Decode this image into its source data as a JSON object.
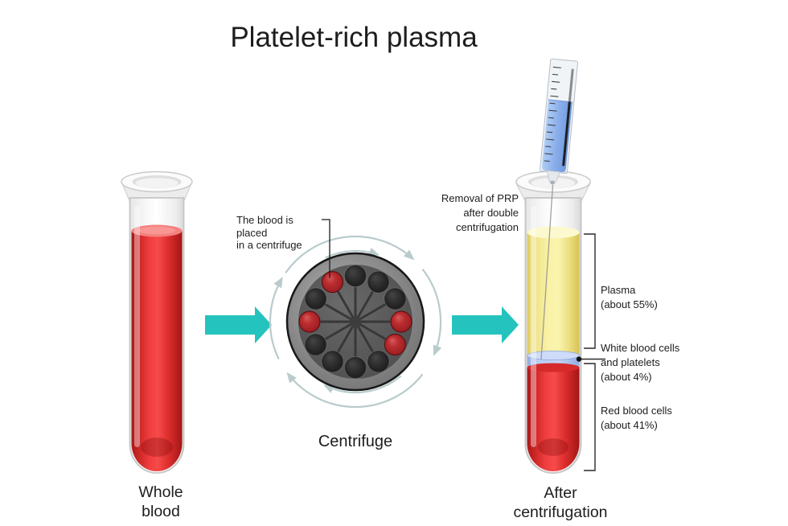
{
  "title": "Platelet-rich plasma",
  "colors": {
    "arrow_teal": "#25c3be",
    "rotation_arrow": "#b9cbcd",
    "blood_red": "#e3242b",
    "blood_surface_pink": "#f4827f",
    "plasma_yellow": "#f8f1a4",
    "buffy_coat_blue": "#b6c9f3",
    "syringe_blue": "#89aeea",
    "centrifuge_gray": "#545454",
    "sample_well_red": "#a81e24",
    "text": "#1d1d1d"
  },
  "left_tube": {
    "label": "Whole\nblood"
  },
  "centrifuge": {
    "annotation": "The blood is placed\nin a centrifuge",
    "label": "Centrifuge"
  },
  "right_tube": {
    "syringe_note": "Removal of PRP\nafter double\ncentrifugation",
    "label": "After\ncentrifugation",
    "layers": {
      "plasma": {
        "label": "Plasma\n(about 55%)"
      },
      "buffy_coat": {
        "label": "White blood cells\nand platelets\n(about 4%)"
      },
      "red_blood_cells": {
        "label": "Red blood cells\n(about 41%)"
      }
    }
  }
}
